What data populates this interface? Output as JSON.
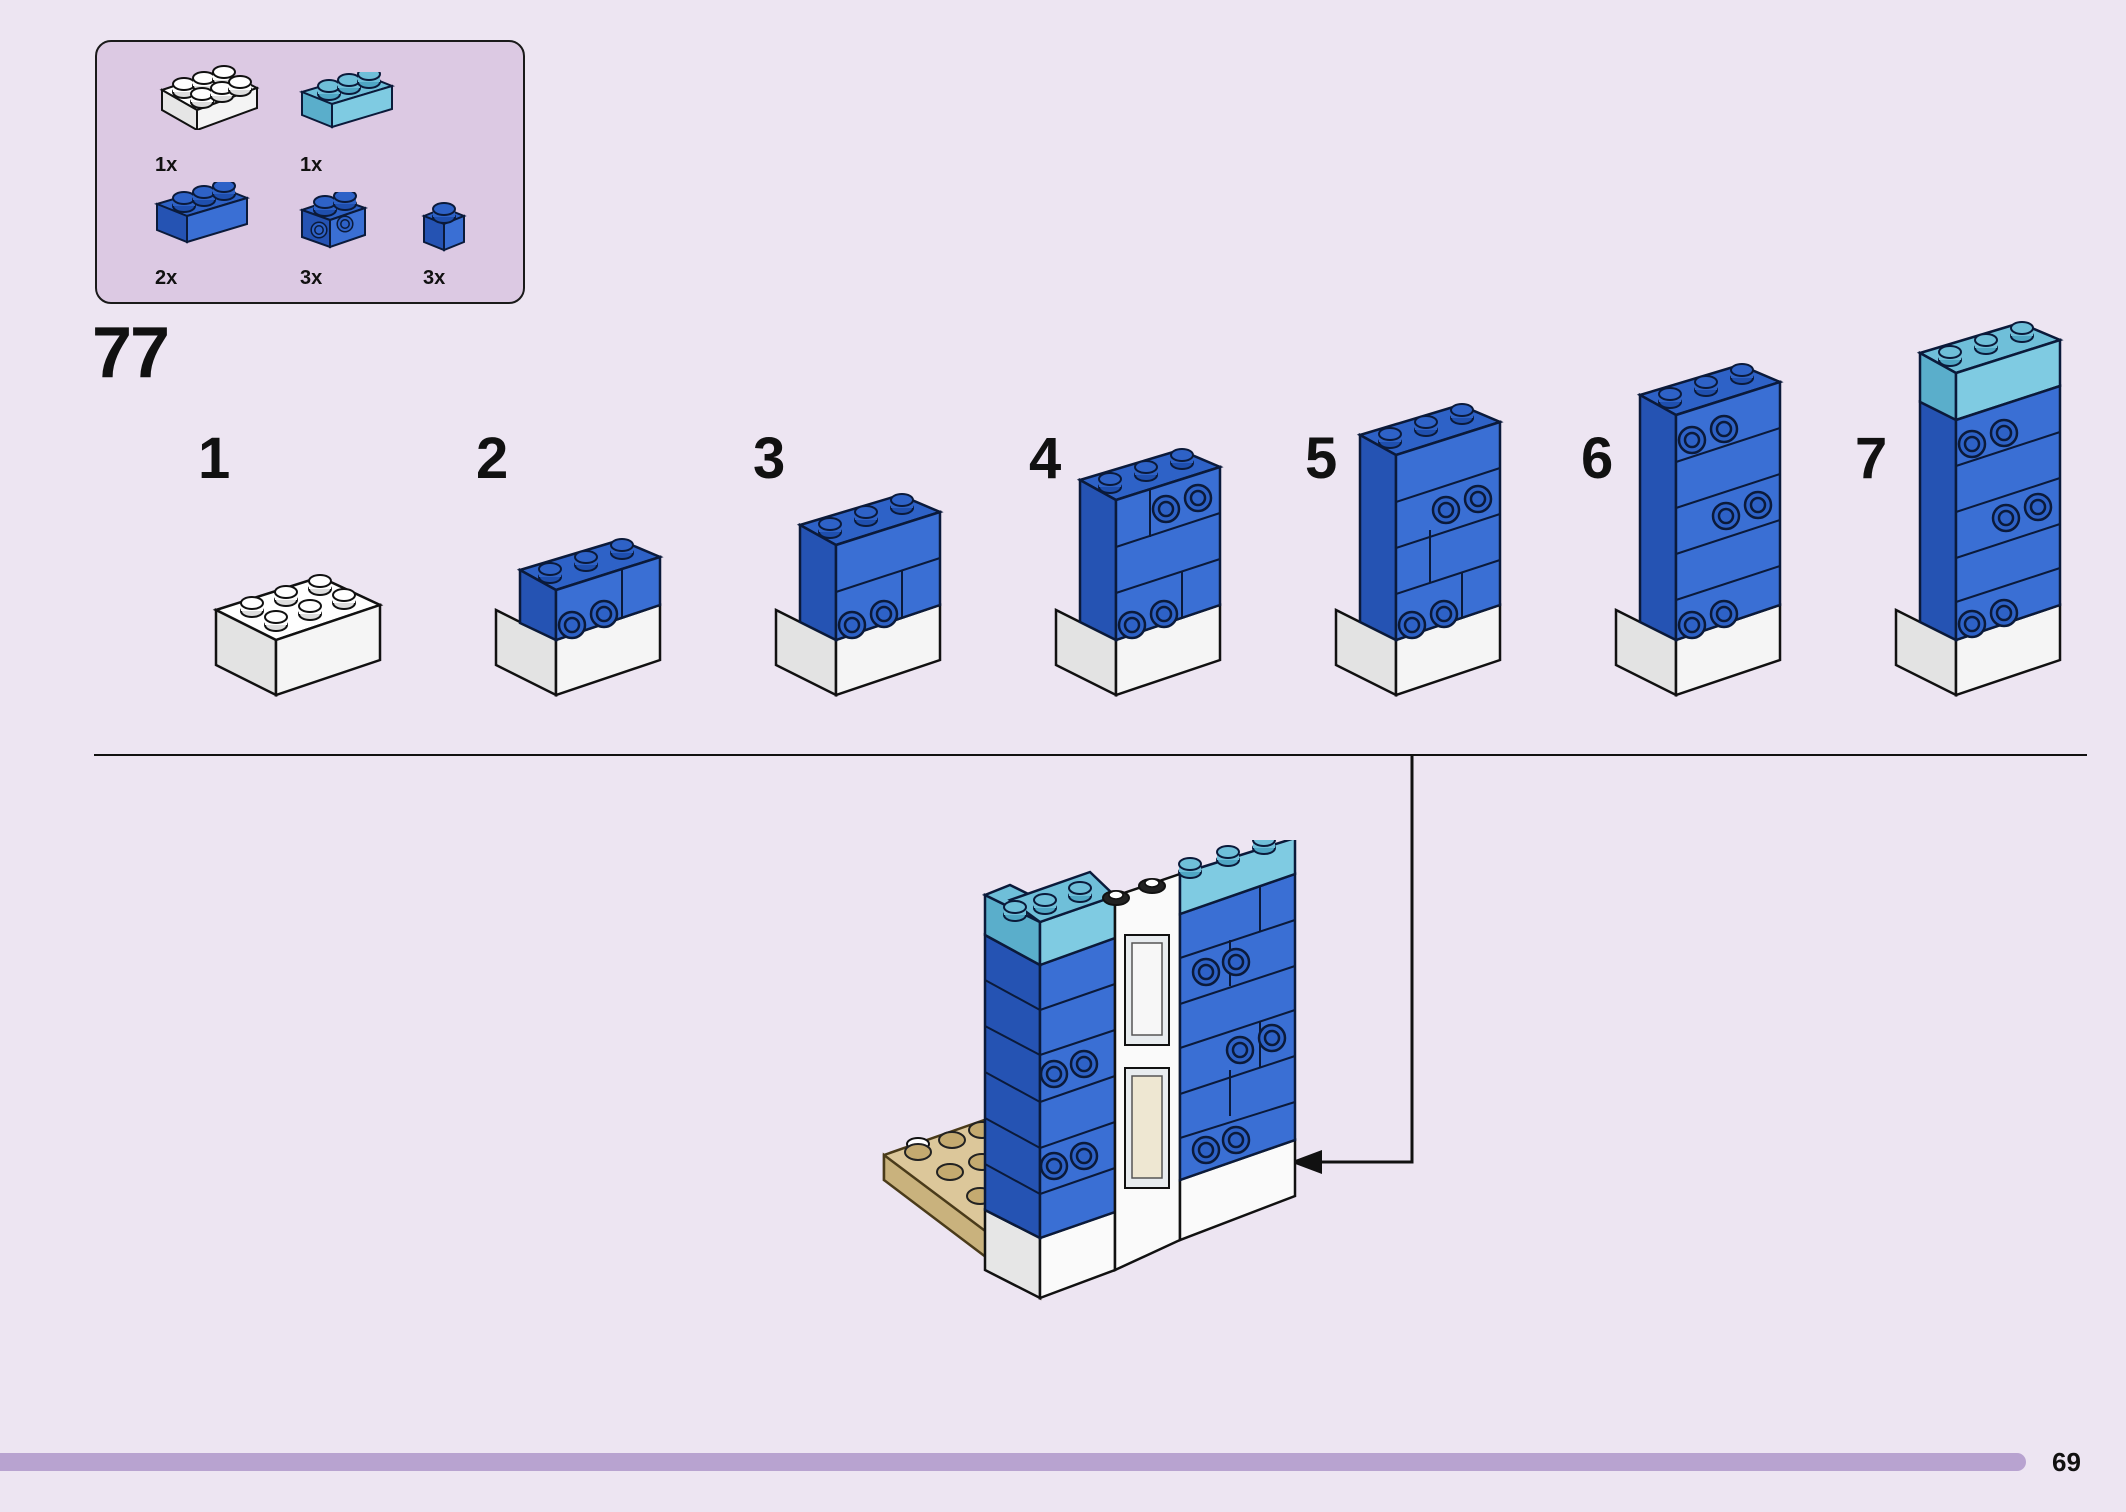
{
  "parts_list": {
    "items": [
      {
        "qty": "1x",
        "icon": "brick-2x3-white-icon",
        "color": "#ffffff"
      },
      {
        "qty": "1x",
        "icon": "brick-1x3-lightblue-icon",
        "color": "#6fbfd9"
      },
      {
        "qty": "2x",
        "icon": "brick-1x3-blue-icon",
        "color": "#2e62c7"
      },
      {
        "qty": "3x",
        "icon": "brick-1x2-blue-studs-side-icon",
        "color": "#2e62c7"
      },
      {
        "qty": "3x",
        "icon": "brick-1x1-blue-icon",
        "color": "#2e62c7"
      }
    ]
  },
  "step": {
    "number": "77"
  },
  "substeps": [
    {
      "num": "1"
    },
    {
      "num": "2"
    },
    {
      "num": "3"
    },
    {
      "num": "4"
    },
    {
      "num": "5"
    },
    {
      "num": "6"
    },
    {
      "num": "7"
    }
  ],
  "colors": {
    "background": "#ede5f2",
    "parts_box": "#dcc9e3",
    "blue": "#2e62c7",
    "light_blue": "#6fbfd9",
    "white": "#ffffff",
    "tan": "#dcc79a",
    "page_bar": "#b8a3d0"
  },
  "footer": {
    "page_number": "69"
  }
}
